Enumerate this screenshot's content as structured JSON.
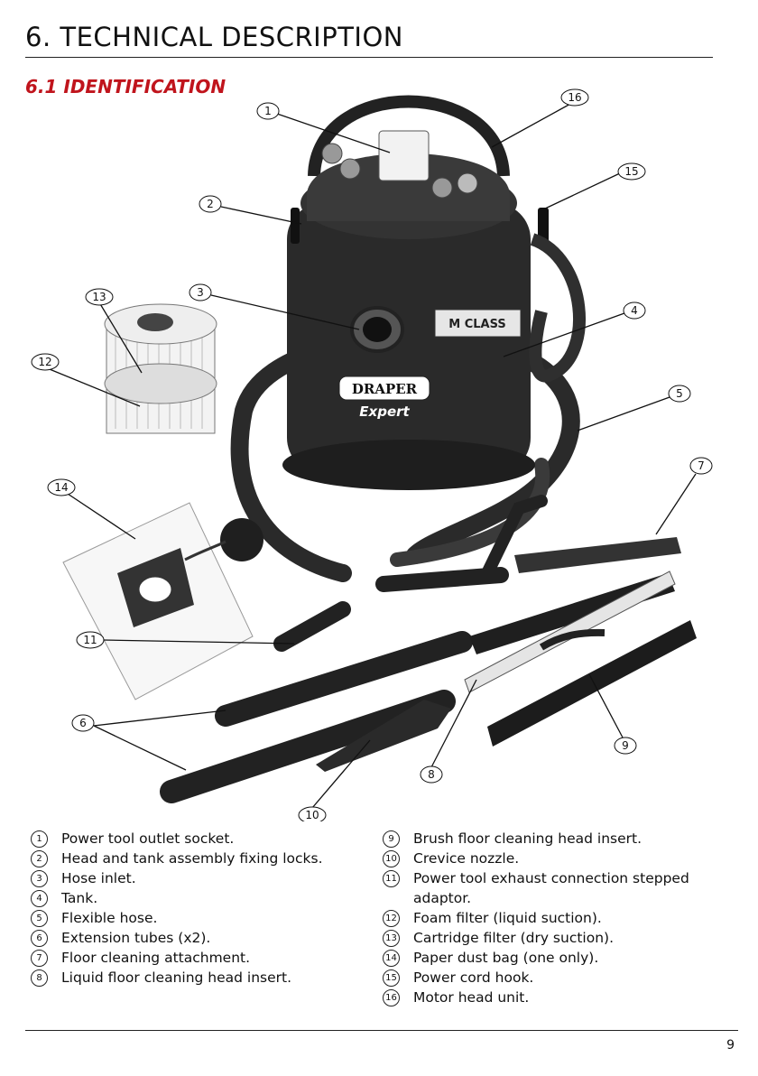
{
  "header": {
    "title": "6.   TECHNICAL DESCRIPTION",
    "section": "6.1  IDENTIFICATION"
  },
  "figure": {
    "callouts": [
      "1",
      "2",
      "3",
      "4",
      "5",
      "6",
      "7",
      "8",
      "9",
      "10",
      "11",
      "12",
      "13",
      "14",
      "15",
      "16"
    ],
    "brand_badge": "DRAPER",
    "brand_sub": "Expert",
    "mclass_badge": "M CLASS"
  },
  "legend": {
    "left": [
      {
        "num": "1",
        "text": "Power tool outlet socket."
      },
      {
        "num": "2",
        "text": "Head and tank assembly fixing locks."
      },
      {
        "num": "3",
        "text": "Hose inlet."
      },
      {
        "num": "4",
        "text": "Tank."
      },
      {
        "num": "5",
        "text": "Flexible hose."
      },
      {
        "num": "6",
        "text": "Extension tubes (x2)."
      },
      {
        "num": "7",
        "text": "Floor cleaning attachment."
      },
      {
        "num": "8",
        "text": "Liquid floor cleaning head insert."
      }
    ],
    "right": [
      {
        "num": "9",
        "text": "Brush floor cleaning head insert."
      },
      {
        "num": "10",
        "text": "Crevice nozzle."
      },
      {
        "num": "11",
        "text": "Power tool exhaust connection stepped adaptor."
      },
      {
        "num": "12",
        "text": "Foam filter (liquid suction)."
      },
      {
        "num": "13",
        "text": "Cartridge filter (dry suction)."
      },
      {
        "num": "14",
        "text": "Paper dust bag (one only)."
      },
      {
        "num": "15",
        "text": "Power cord hook."
      },
      {
        "num": "16",
        "text": "Motor head unit."
      }
    ]
  },
  "footer": {
    "page_number": "9"
  }
}
